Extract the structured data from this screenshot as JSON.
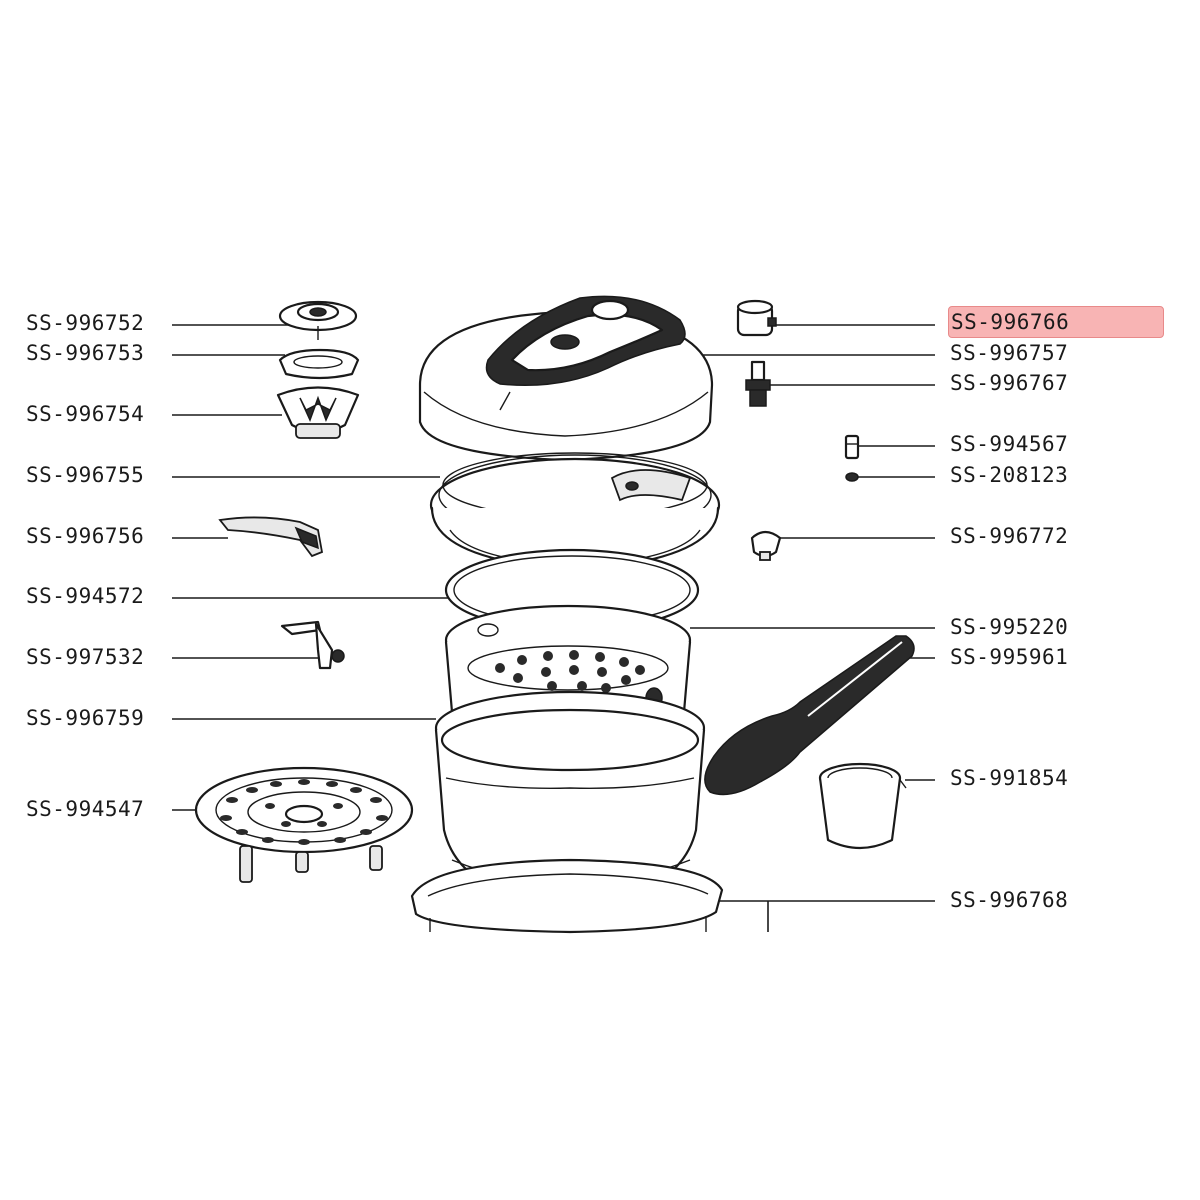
{
  "diagram": {
    "highlight_color": "#f8b4b4",
    "highlighted_part": "SS-996766",
    "labels_left": [
      "SS-996752",
      "SS-996753",
      "SS-996754",
      "SS-996755",
      "SS-996756",
      "SS-994572",
      "SS-997532",
      "SS-996759",
      "SS-994547"
    ],
    "labels_right": [
      "SS-996766",
      "SS-996757",
      "SS-996767",
      "SS-994567",
      "SS-208123",
      "SS-996772",
      "SS-995220",
      "SS-995961",
      "SS-991854",
      "SS-996768"
    ]
  }
}
